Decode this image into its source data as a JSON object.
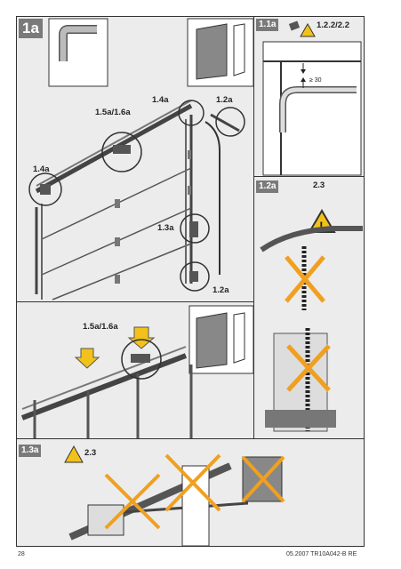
{
  "panels": {
    "main": {
      "tag": "1a",
      "callouts": {
        "c_1_4a_top": "1.4a",
        "c_1_2a_top": "1.2a",
        "c_1_5a_1_6a": "1.5a/1.6a",
        "c_1_4a_left": "1.4a",
        "c_1_3a": "1.3a",
        "c_1_2a_bottom": "1.2a"
      }
    },
    "p11a": {
      "tag": "1.1a",
      "ref": "1.2.2/2.2",
      "dimension": "≥ 30"
    },
    "p12a": {
      "tag": "1.2a",
      "ref": "2.3"
    },
    "middle": {
      "callout": "1.5a/1.6a"
    },
    "p13a": {
      "tag": "1.3a",
      "ref": "2.3"
    }
  },
  "footer": {
    "page_number": "28",
    "doc_ref": "05.2007 TR10A042-B RE"
  },
  "colors": {
    "panel_bg": "#ececec",
    "tag_bg": "#7a7a7a",
    "warning_yellow": "#f2c21a",
    "cross_orange": "#f0a020",
    "arrow_yellow": "#f2c21a"
  }
}
